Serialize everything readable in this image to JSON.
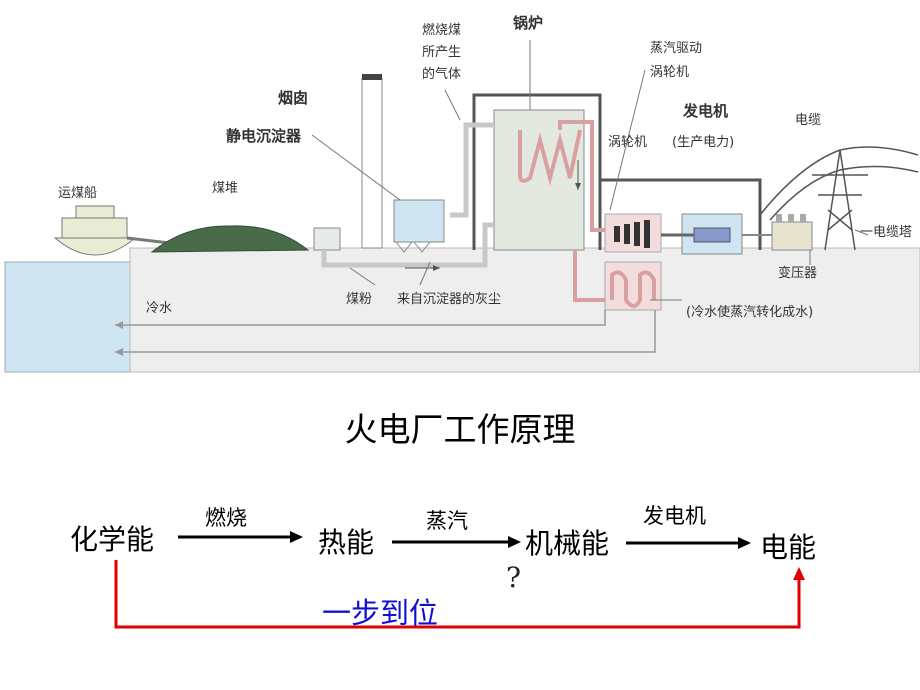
{
  "diagram_labels": {
    "ship": "运煤船",
    "coal_pile": "煤堆",
    "chimney": "烟囱",
    "precipitator": "静电沉淀器",
    "gas_line1": "燃烧煤",
    "gas_line2": "所产生",
    "gas_line3": "的气体",
    "boiler": "锅炉",
    "steam_line1": "蒸汽驱动",
    "steam_line2": "涡轮机",
    "generator": "发电机",
    "generator_note": "(生产电力)",
    "turbine": "涡轮机",
    "cable": "电缆",
    "tower": "一电缆塔",
    "transformer": "变压器",
    "cold_water": "冷水",
    "coal_powder": "煤粉",
    "ash": "来自沉淀器的灰尘",
    "condenser_note": "(冷水使蒸汽转化成水)"
  },
  "title": "火电厂工作原理",
  "flow": {
    "chemical": "化学能",
    "heat": "热能",
    "mechanical": "机械能",
    "electric": "电能",
    "burn": "燃烧",
    "steam": "蒸汽",
    "generator": "发电机",
    "question": "?",
    "one_step": "一步到位"
  },
  "colors": {
    "red_path": "#e00000",
    "blue_text": "#1010d0",
    "water": "#cfe6f2",
    "coal": "#4a6b4a"
  }
}
